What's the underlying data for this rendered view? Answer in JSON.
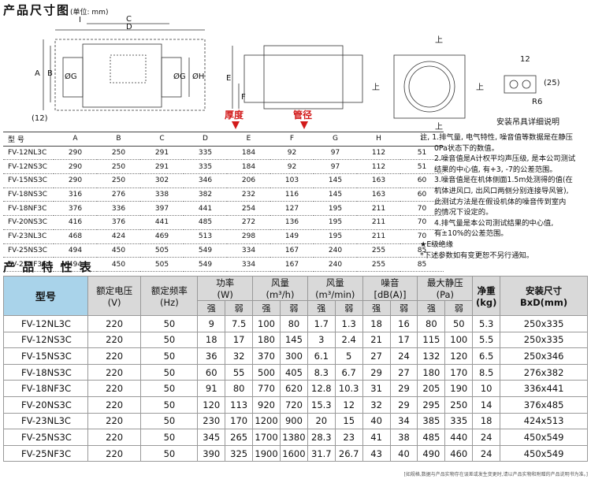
{
  "section1": {
    "title": "产品尺寸图",
    "unit": "(单位: mm)"
  },
  "drawing": {
    "front_labels": [
      "I",
      "C",
      "D",
      "A",
      "B",
      "ØG",
      "ØG",
      "ØH",
      "(12)"
    ],
    "side_labels": [
      "E",
      "F"
    ],
    "top_labels": [
      "上",
      "上",
      "上",
      "上"
    ],
    "hanger_labels": [
      "12",
      "(25)",
      "R6"
    ],
    "install_caption": "安装吊具详细说明",
    "markers": {
      "E": "厚度",
      "G": "管径"
    }
  },
  "dims_table": {
    "headers": [
      "型 号",
      "A",
      "B",
      "C",
      "D",
      "E",
      "F",
      "G",
      "H",
      "I"
    ],
    "rows": [
      [
        "FV-12NL3C",
        "290",
        "250",
        "291",
        "335",
        "184",
        "92",
        "97",
        "112",
        "51"
      ],
      [
        "FV-12NS3C",
        "290",
        "250",
        "291",
        "335",
        "184",
        "92",
        "97",
        "112",
        "51"
      ],
      [
        "FV-15NS3C",
        "290",
        "250",
        "302",
        "346",
        "206",
        "103",
        "145",
        "163",
        "60"
      ],
      [
        "FV-18NS3C",
        "316",
        "276",
        "338",
        "382",
        "232",
        "116",
        "145",
        "163",
        "60"
      ],
      [
        "FV-18NF3C",
        "376",
        "336",
        "397",
        "441",
        "254",
        "127",
        "195",
        "211",
        "70"
      ],
      [
        "FV-20NS3C",
        "416",
        "376",
        "441",
        "485",
        "272",
        "136",
        "195",
        "211",
        "70"
      ],
      [
        "FV-23NL3C",
        "468",
        "424",
        "469",
        "513",
        "298",
        "149",
        "195",
        "211",
        "70"
      ],
      [
        "FV-25NS3C",
        "494",
        "450",
        "505",
        "549",
        "334",
        "167",
        "240",
        "255",
        "85"
      ],
      [
        "FV-25NF3C",
        "494",
        "450",
        "505",
        "549",
        "334",
        "167",
        "240",
        "255",
        "85"
      ]
    ]
  },
  "notes": [
    "注, 1.排气量, 电气特性, 噪音值等数据是在静压",
    "0Pa状态下的数值。",
    "2.噪音值是A计权平均声压级, 是本公司测试",
    "结果的中心值, 有+3, -7的公差范围。",
    "3.噪音值是在机体侧面1.5m处测得的值(在",
    "机体进风口, 出风口两侧分别连接导风管),",
    "此测试方法是在假设机体的噪音传到室内",
    "的情况下设定的。",
    "4.排气量是本公司测试结果的中心值,",
    "有±10%的公差范围。",
    "★E级绝缘",
    "*下述参数如有变更恕不另行通知。"
  ],
  "section2": {
    "title": "产 品 特 性 表"
  },
  "perf_table": {
    "h_model": "型号",
    "h_voltage": [
      "额定电压",
      "(V)"
    ],
    "h_freq": [
      "额定频率",
      "(Hz)"
    ],
    "h_power": [
      "功率",
      "(W)"
    ],
    "h_air1": [
      "风量",
      "(m³/h)"
    ],
    "h_air2": [
      "风量",
      "(m³/min)"
    ],
    "h_noise": [
      "噪音",
      "[dB(A)]"
    ],
    "h_pressure": [
      "最大静压",
      "(Pa)"
    ],
    "h_weight": [
      "净重",
      "(kg)"
    ],
    "h_size": [
      "安装尺寸",
      "BxD(mm)"
    ],
    "strong": "强",
    "weak": "弱",
    "rows": [
      [
        "FV-12NL3C",
        "220",
        "50",
        "9",
        "7.5",
        "100",
        "80",
        "1.7",
        "1.3",
        "18",
        "16",
        "80",
        "50",
        "5.3",
        "250x335"
      ],
      [
        "FV-12NS3C",
        "220",
        "50",
        "18",
        "17",
        "180",
        "145",
        "3",
        "2.4",
        "21",
        "17",
        "115",
        "100",
        "5.5",
        "250x335"
      ],
      [
        "FV-15NS3C",
        "220",
        "50",
        "36",
        "32",
        "370",
        "300",
        "6.1",
        "5",
        "27",
        "24",
        "132",
        "120",
        "6.5",
        "250x346"
      ],
      [
        "FV-18NS3C",
        "220",
        "50",
        "60",
        "55",
        "500",
        "405",
        "8.3",
        "6.7",
        "29",
        "27",
        "180",
        "170",
        "8.5",
        "276x382"
      ],
      [
        "FV-18NF3C",
        "220",
        "50",
        "91",
        "80",
        "770",
        "620",
        "12.8",
        "10.3",
        "31",
        "29",
        "205",
        "190",
        "10",
        "336x441"
      ],
      [
        "FV-20NS3C",
        "220",
        "50",
        "120",
        "113",
        "920",
        "720",
        "15.3",
        "12",
        "32",
        "29",
        "295",
        "250",
        "14",
        "376x485"
      ],
      [
        "FV-23NL3C",
        "220",
        "50",
        "230",
        "170",
        "1200",
        "900",
        "20",
        "15",
        "40",
        "34",
        "385",
        "335",
        "18",
        "424x513"
      ],
      [
        "FV-25NS3C",
        "220",
        "50",
        "345",
        "265",
        "1700",
        "1380",
        "28.3",
        "23",
        "41",
        "38",
        "485",
        "440",
        "24",
        "450x549"
      ],
      [
        "FV-25NF3C",
        "220",
        "50",
        "390",
        "325",
        "1900",
        "1600",
        "31.7",
        "26.7",
        "43",
        "40",
        "490",
        "460",
        "24",
        "450x549"
      ]
    ]
  },
  "footer": "[如规格,数据与产品实物存在误差或发生变更时,请以产品实物和附赠的产品说明书为准。]"
}
